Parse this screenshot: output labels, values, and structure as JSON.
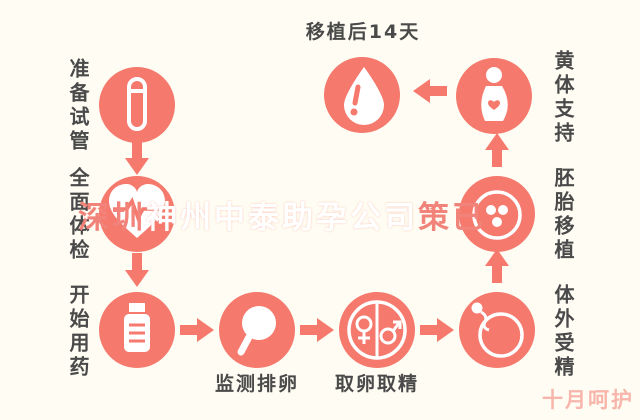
{
  "colors": {
    "background": "#FFFDF3",
    "accent": "#F5796C",
    "label_text": "#4A4A4A",
    "watermark_coral": "#F2837A",
    "watermark_corner": "#F7B5AC"
  },
  "steps": [
    {
      "id": "prepare",
      "label": "准备试管",
      "icon": "test-tube-icon"
    },
    {
      "id": "checkup",
      "label": "全面体检",
      "icon": "heartbeat-icon"
    },
    {
      "id": "medication",
      "label": "开始用药",
      "icon": "medicine-bottle-icon"
    },
    {
      "id": "monitor",
      "label": "监测排卵",
      "icon": "magnifier-icon"
    },
    {
      "id": "retrieval",
      "label": "取卵取精",
      "icon": "gender-symbols-icon"
    },
    {
      "id": "ivf",
      "label": "体外受精",
      "icon": "petri-dish-sperm-icon"
    },
    {
      "id": "transfer",
      "label": "胚胎移植",
      "icon": "embryo-dish-icon"
    },
    {
      "id": "luteal",
      "label": "黄体支持",
      "icon": "pregnant-woman-icon"
    },
    {
      "id": "day14",
      "label": "移植后14天",
      "icon": "blood-drop-icon"
    }
  ],
  "watermark": {
    "center_segments": [
      {
        "text": "深圳",
        "tone": "coral"
      },
      {
        "text": "神州中泰助孕公司",
        "tone": "white"
      },
      {
        "text": "策已",
        "tone": "coral"
      }
    ],
    "corner": "十月呵护"
  }
}
